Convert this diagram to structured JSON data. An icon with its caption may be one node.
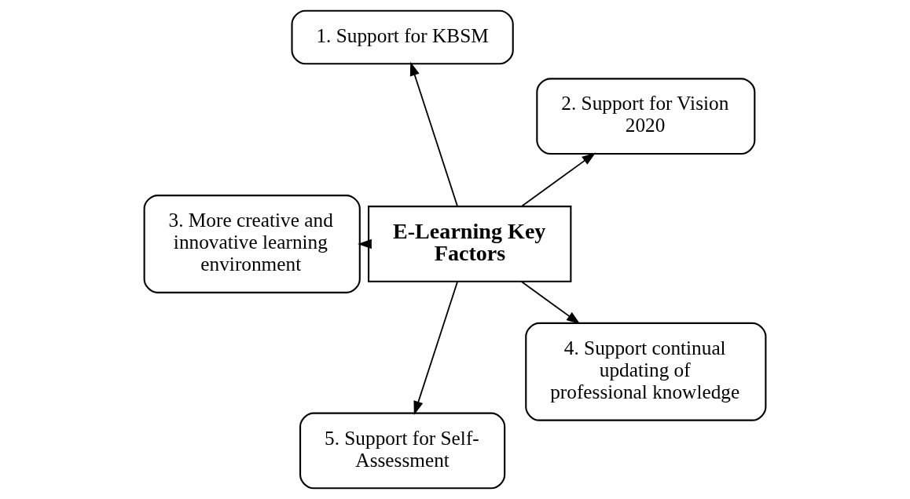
{
  "diagram": {
    "nodes": [
      {
        "text": [
          "2. Support for Vision 2020"
        ]
      },
      {
        "text": [
          "1. Support for KBSM"
        ]
      },
      {
        "text": [
          "3. More creative and innovative learning environment"
        ]
      },
      {
        "text": [
          "E-Learning Key Factors"
        ]
      },
      {
        "text": [
          "5. Support for Self-Assessment"
        ]
      },
      {
        "text": [
          "4. Support continual updating of professional knowledge"
        ]
      }
    ],
    "edges": [
      {
        "from": 3,
        "to": 1,
        "arrow": "to"
      },
      {
        "from": 3,
        "to": 0,
        "arrow": "to"
      },
      {
        "from": 3,
        "to": 2,
        "arrow": "to"
      },
      {
        "from": 3,
        "to": 5,
        "arrow": "to"
      },
      {
        "from": 3,
        "to": 4,
        "arrow": "to"
      }
    ]
  }
}
